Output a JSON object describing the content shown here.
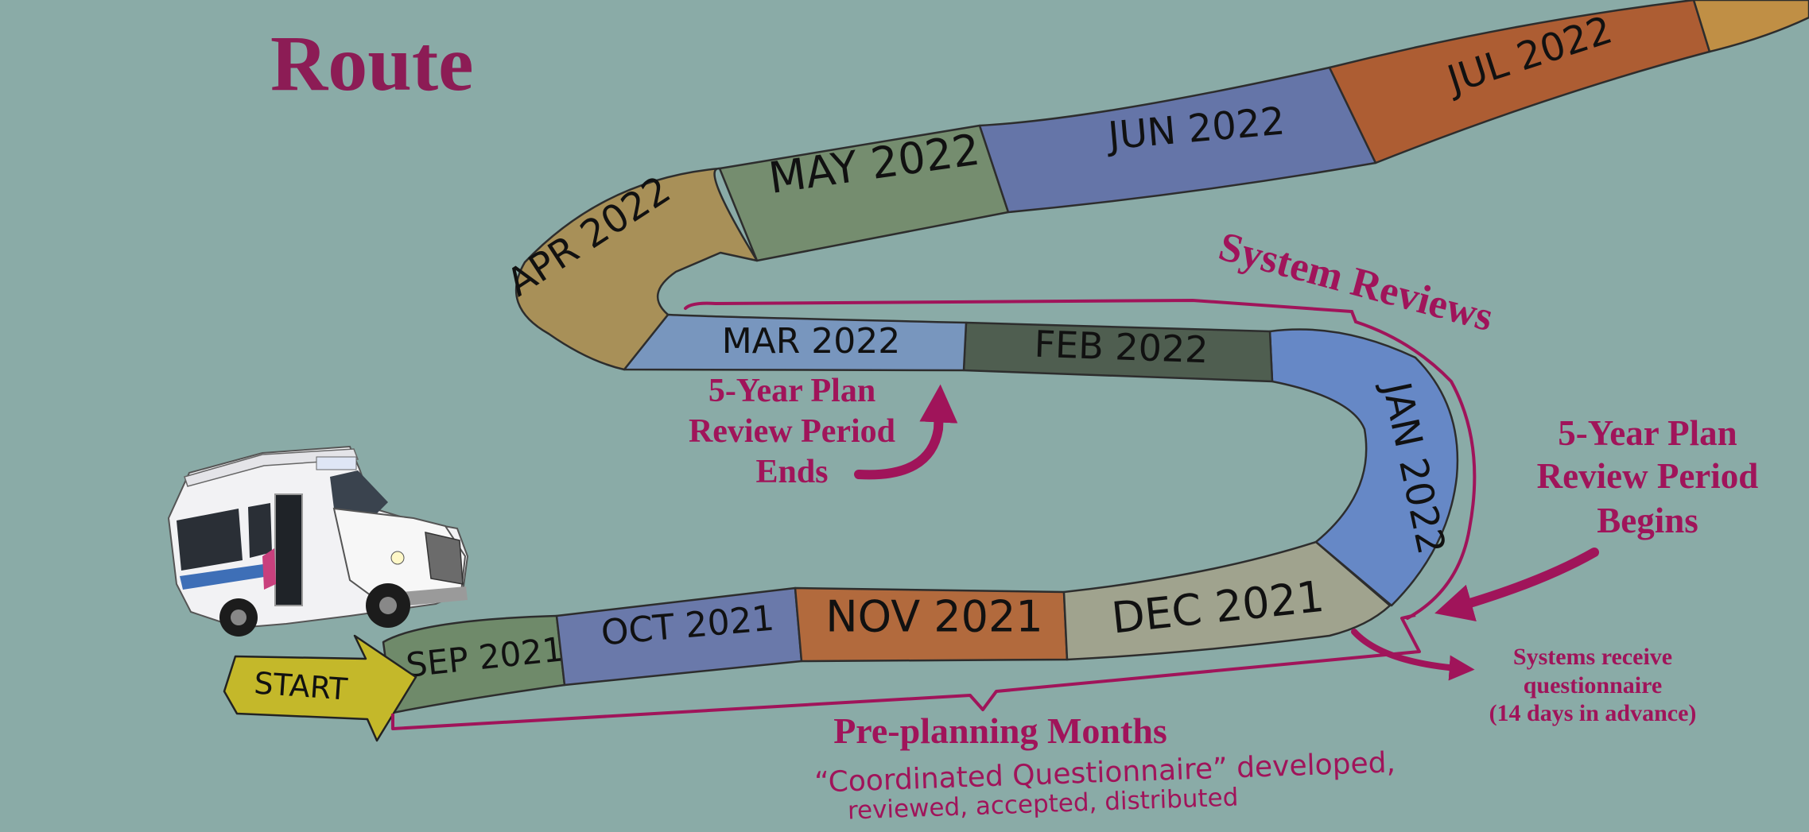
{
  "title": "Route",
  "start_label": "START",
  "months": [
    {
      "label": "SEP 2021",
      "color": "#6f8a6a"
    },
    {
      "label": "OCT 2021",
      "color": "#6a79aa"
    },
    {
      "label": "NOV 2021",
      "color": "#b26a3d"
    },
    {
      "label": "DEC 2021",
      "color": "#a0a38e"
    },
    {
      "label": "JAN 2022",
      "color": "#6688c6"
    },
    {
      "label": "FEB 2022",
      "color": "#4f5e50"
    },
    {
      "label": "MAR 2022",
      "color": "#7896be"
    },
    {
      "label": "APR 2022",
      "color": "#a89058"
    },
    {
      "label": "MAY 2022",
      "color": "#758d6f"
    },
    {
      "label": "JUN 2022",
      "color": "#6575a8"
    },
    {
      "label": "JUL 2022",
      "color": "#ad5d33"
    },
    {
      "label": "",
      "color": "#c08f45"
    }
  ],
  "annotations": {
    "system_reviews": "System Reviews",
    "plan_begins": [
      "5-Year Plan",
      "Review Period",
      "Begins"
    ],
    "plan_ends": [
      "5-Year Plan",
      "Review Period",
      "Ends"
    ],
    "questionnaire_note": [
      "Systems receive",
      "questionnaire",
      "(14 days in advance)"
    ],
    "preplanning_title": "Pre-planning Months",
    "preplanning_sub": [
      "“Coordinated Questionnaire” developed,",
      "reviewed, accepted, distributed"
    ]
  },
  "colors": {
    "background": "#8aaba7",
    "annotation": "#a0145a",
    "title": "#8c1c55",
    "outline": "#2d2d2d",
    "start_arrow": "#c4b82a"
  }
}
